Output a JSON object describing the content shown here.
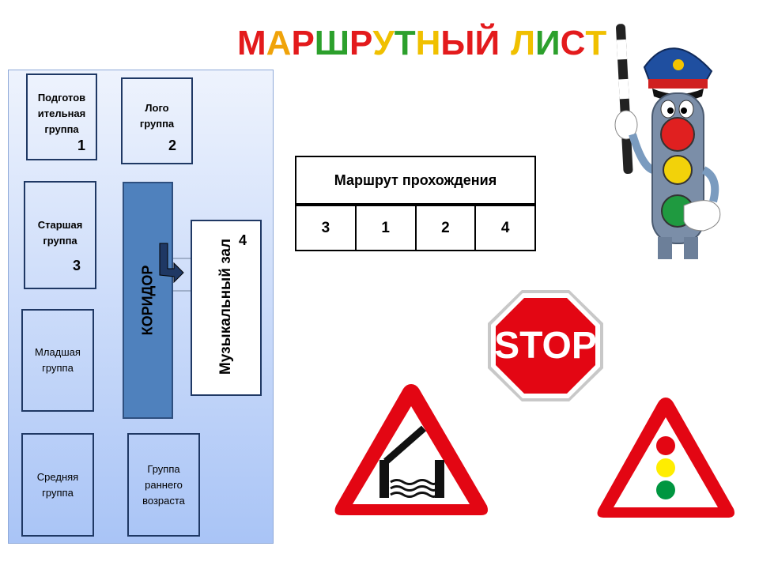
{
  "title": {
    "letters": [
      {
        "ch": "М",
        "color": "#e31a1c"
      },
      {
        "ch": "А",
        "color": "#f0a30a"
      },
      {
        "ch": "Р",
        "color": "#e31a1c"
      },
      {
        "ch": "Ш",
        "color": "#2ca02c"
      },
      {
        "ch": "Р",
        "color": "#e31a1c"
      },
      {
        "ch": "У",
        "color": "#f0c000"
      },
      {
        "ch": "Т",
        "color": "#2ca02c"
      },
      {
        "ch": "Н",
        "color": "#f0c000"
      },
      {
        "ch": "Ы",
        "color": "#e31a1c"
      },
      {
        "ch": "Й",
        "color": "#e31a1c"
      },
      {
        "ch": " ",
        "color": "#000000"
      },
      {
        "ch": "Л",
        "color": "#f0c000"
      },
      {
        "ch": "И",
        "color": "#2ca02c"
      },
      {
        "ch": "С",
        "color": "#e31a1c"
      },
      {
        "ch": "Т",
        "color": "#f0c000"
      }
    ]
  },
  "plan": {
    "rooms": [
      {
        "label": "Подготов ительная группа",
        "number": "1"
      },
      {
        "label": "Лого группа",
        "number": "2"
      },
      {
        "label": "Старшая группа",
        "number": "3"
      },
      {
        "label": "Младшая группа",
        "number": ""
      },
      {
        "label": "Средняя группа",
        "number": ""
      },
      {
        "label": "Группа раннего возраста",
        "number": ""
      }
    ],
    "corridor_label": "КОРИДОР",
    "music_hall_label": "Музыкальный зал",
    "music_hall_number": "4"
  },
  "route": {
    "header": "Маршрут прохождения",
    "steps": [
      "3",
      "1",
      "2",
      "4"
    ]
  },
  "signs": {
    "stop_text": "STOP",
    "colors": {
      "sign_red": "#e30613",
      "light_red": "#e30613",
      "light_yellow": "#ffed00",
      "light_green": "#009640",
      "corridor": "#4f81bd"
    }
  }
}
